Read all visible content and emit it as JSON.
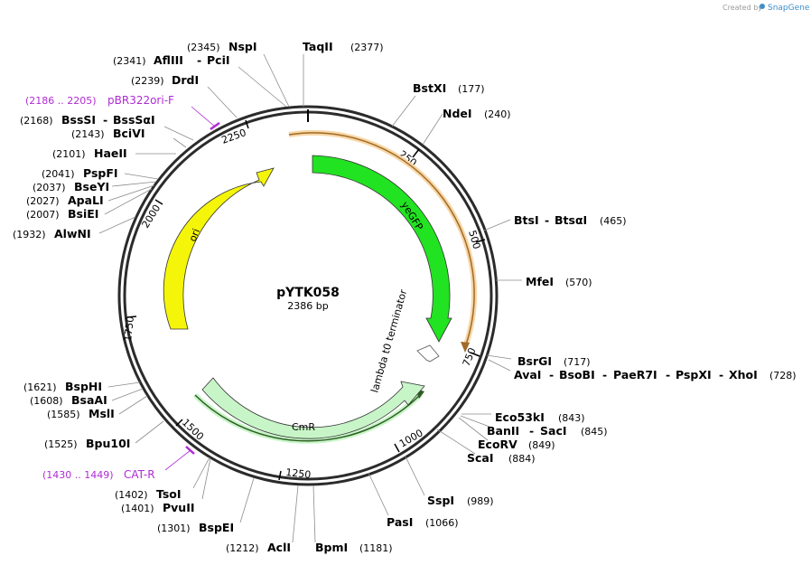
{
  "app": {
    "credit_prefix": "Created by",
    "credit_brand": "SnapGene"
  },
  "map": {
    "name": "pYTK058",
    "length_label": "2386 bp",
    "length": 2386
  },
  "ticks": [
    "250",
    "500",
    "750",
    "1000",
    "1250",
    "1500",
    "1750",
    "2000",
    "2250"
  ],
  "features": [
    {
      "label": "yeGFP",
      "color": "#22e322"
    },
    {
      "label": "lambda t0 terminator",
      "color": "#ffffff"
    },
    {
      "label": "CmR",
      "color": "#c8f5c8"
    },
    {
      "label": "ori",
      "color": "#f5f50a"
    }
  ],
  "primers": [
    {
      "label": "pBR322ori-F",
      "pos": "(2186 .. 2205)"
    },
    {
      "label": "CAT-R",
      "pos": "(1430 .. 1449)"
    }
  ],
  "sites": [
    {
      "names": [
        "TaqII"
      ],
      "pos": "(2377)"
    },
    {
      "names": [
        "NspI"
      ],
      "pos": "(2345)"
    },
    {
      "names": [
        "AflIII",
        "PciI"
      ],
      "pos": "(2341)"
    },
    {
      "names": [
        "DrdI"
      ],
      "pos": "(2239)"
    },
    {
      "names": [
        "BssSI",
        "BssSαI"
      ],
      "pos": "(2168)"
    },
    {
      "names": [
        "BciVI"
      ],
      "pos": "(2143)"
    },
    {
      "names": [
        "HaeII"
      ],
      "pos": "(2101)"
    },
    {
      "names": [
        "PspFI"
      ],
      "pos": "(2041)"
    },
    {
      "names": [
        "BseYI"
      ],
      "pos": "(2037)"
    },
    {
      "names": [
        "ApaLI"
      ],
      "pos": "(2027)"
    },
    {
      "names": [
        "BsiEI"
      ],
      "pos": "(2007)"
    },
    {
      "names": [
        "AlwNI"
      ],
      "pos": "(1932)"
    },
    {
      "names": [
        "BspHI"
      ],
      "pos": "(1621)"
    },
    {
      "names": [
        "BsaAI"
      ],
      "pos": "(1608)"
    },
    {
      "names": [
        "MslI"
      ],
      "pos": "(1585)"
    },
    {
      "names": [
        "Bpu10I"
      ],
      "pos": "(1525)"
    },
    {
      "names": [
        "TsoI"
      ],
      "pos": "(1402)"
    },
    {
      "names": [
        "PvuII"
      ],
      "pos": "(1401)"
    },
    {
      "names": [
        "BspEI"
      ],
      "pos": "(1301)"
    },
    {
      "names": [
        "AclI"
      ],
      "pos": "(1212)"
    },
    {
      "names": [
        "BpmI"
      ],
      "pos": "(1181)"
    },
    {
      "names": [
        "PasI"
      ],
      "pos": "(1066)"
    },
    {
      "names": [
        "SspI"
      ],
      "pos": "(989)"
    },
    {
      "names": [
        "ScaI"
      ],
      "pos": "(884)"
    },
    {
      "names": [
        "EcoRV"
      ],
      "pos": "(849)"
    },
    {
      "names": [
        "BanII",
        "SacI"
      ],
      "pos": "(845)"
    },
    {
      "names": [
        "Eco53kI"
      ],
      "pos": "(843)"
    },
    {
      "names": [
        "AvaI",
        "BsoBI",
        "PaeR7I",
        "PspXI",
        "XhoI"
      ],
      "pos": "(728)"
    },
    {
      "names": [
        "BsrGI"
      ],
      "pos": "(717)"
    },
    {
      "names": [
        "MfeI"
      ],
      "pos": "(570)"
    },
    {
      "names": [
        "BtsI",
        "BtsαI"
      ],
      "pos": "(465)"
    },
    {
      "names": [
        "NdeI"
      ],
      "pos": "(240)"
    },
    {
      "names": [
        "BstXI"
      ],
      "pos": "(177)"
    }
  ]
}
